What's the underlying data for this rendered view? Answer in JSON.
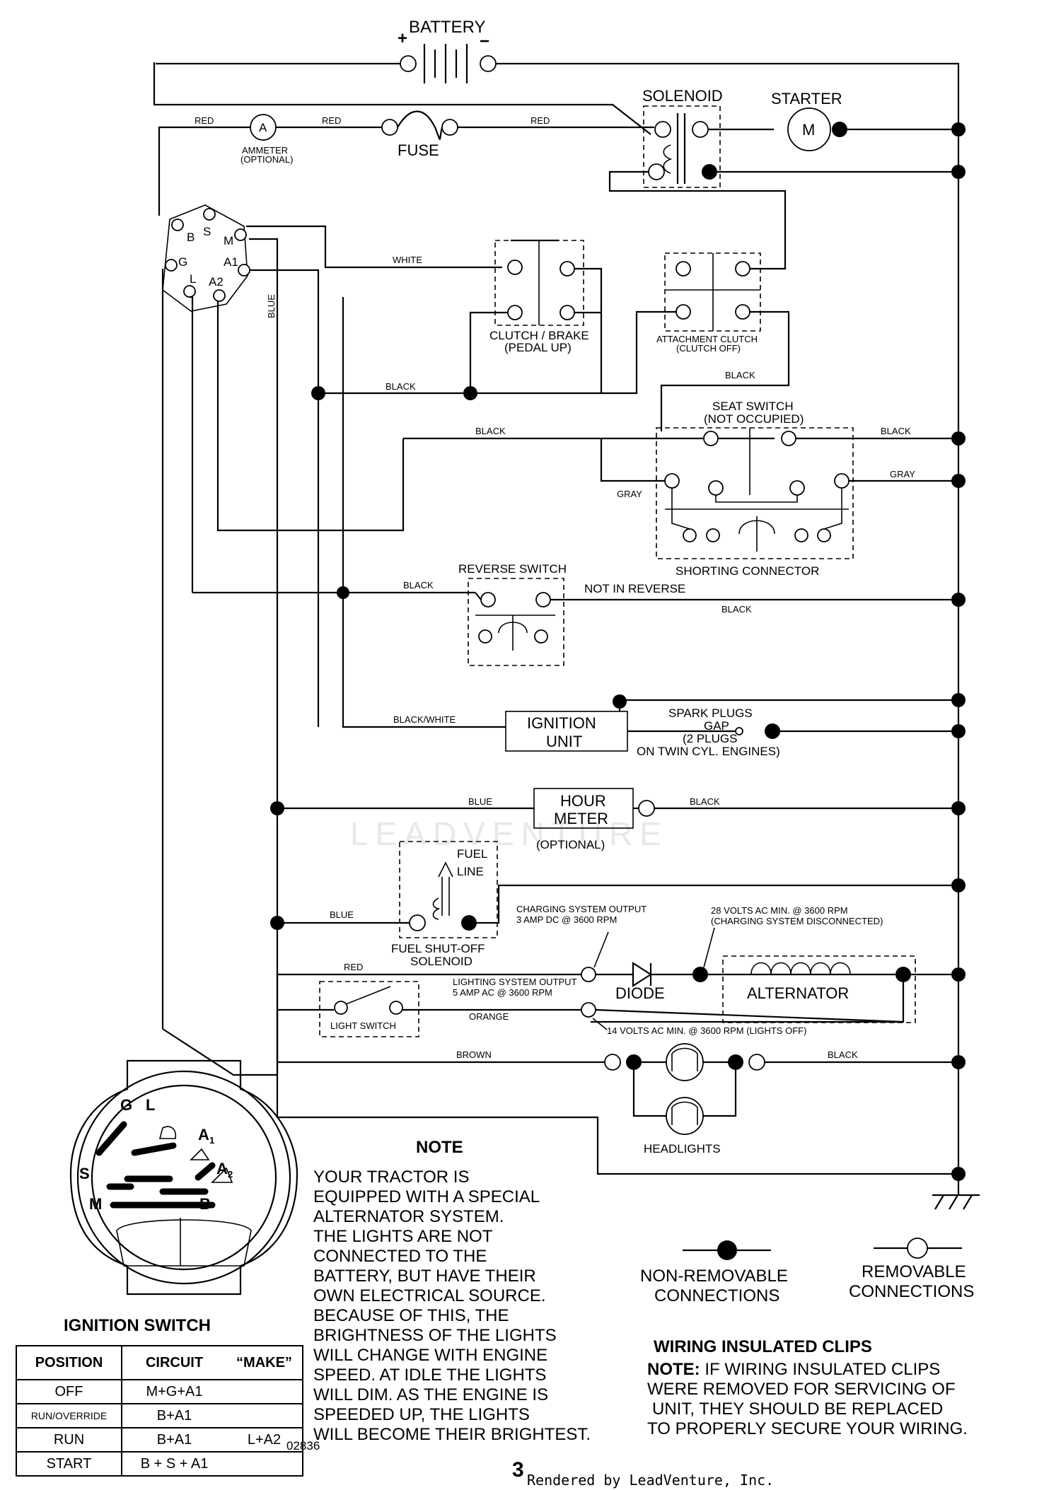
{
  "components": {
    "battery": "BATTERY",
    "battery_pos": "+",
    "battery_neg": "−",
    "solenoid": "SOLENOID",
    "starter": "STARTER",
    "starter_m": "M",
    "ammeter": "AMMETER",
    "ammeter_opt": "(OPTIONAL)",
    "ammeter_a": "A",
    "fuse": "FUSE",
    "clutch_brake_1": "CLUTCH / BRAKE",
    "clutch_brake_2": "(PEDAL UP)",
    "attach_clutch_1": "ATTACHMENT CLUTCH",
    "attach_clutch_2": "(CLUTCH OFF)",
    "seat_switch_1": "SEAT SWITCH",
    "seat_switch_2": "(NOT OCCUPIED)",
    "shorting_connector": "SHORTING CONNECTOR",
    "reverse_switch": "REVERSE SWITCH",
    "not_in_reverse": "NOT IN REVERSE",
    "ignition_unit_1": "IGNITION",
    "ignition_unit_2": "UNIT",
    "spark_1": "SPARK PLUGS",
    "spark_2": "GAP",
    "spark_3": "(2 PLUGS",
    "spark_4": "ON TWIN CYL. ENGINES)",
    "hour_meter_1": "HOUR",
    "hour_meter_2": "METER",
    "hour_meter_opt": "(OPTIONAL)",
    "fuel_line_1": "FUEL",
    "fuel_line_2": "LINE",
    "fuel_sol_1": "FUEL SHUT-OFF",
    "fuel_sol_2": "SOLENOID",
    "charging_1": "CHARGING SYSTEM OUTPUT",
    "charging_2": "3 AMP DC @ 3600 RPM",
    "volts28_1": "28 VOLTS AC MIN. @ 3600 RPM",
    "volts28_2": "(CHARGING SYSTEM DISCONNECTED)",
    "diode": "DIODE",
    "alternator": "ALTERNATOR",
    "lighting_1": "LIGHTING SYSTEM OUTPUT",
    "lighting_2": "5 AMP AC @ 3600 RPM",
    "volts14": "14 VOLTS AC MIN. @ 3600 RPM (LIGHTS OFF)",
    "light_switch": "LIGHT SWITCH",
    "headlights": "HEADLIGHTS"
  },
  "terminals": {
    "B": "B",
    "S": "S",
    "M": "M",
    "G": "G",
    "A1": "A1",
    "L": "L",
    "A2": "A2"
  },
  "switch_face": {
    "G": "G",
    "L": "L",
    "A1": "A",
    "A1_sub": "1",
    "S": "S",
    "A2": "A",
    "A2_sub": "2",
    "M": "M",
    "B": "B"
  },
  "wire_colors": {
    "red_1": "RED",
    "red_2": "RED",
    "red_3": "RED",
    "red_4": "RED",
    "white": "WHITE",
    "blue_v": "BLUE",
    "black_1": "BLACK",
    "black_2": "BLACK",
    "black_3": "BLACK",
    "black_4": "BLACK",
    "black_5": "BLACK",
    "black_6": "BLACK",
    "black_7": "BLACK",
    "black_8": "BLACK",
    "gray_1": "GRAY",
    "gray_2": "GRAY",
    "black_white": "BLACK/WHITE",
    "blue_1": "BLUE",
    "blue_2": "BLUE",
    "orange": "ORANGE",
    "brown": "BROWN"
  },
  "note": {
    "title": "NOTE",
    "lines": [
      "YOUR TRACTOR IS",
      "EQUIPPED WITH A SPECIAL",
      "ALTERNATOR SYSTEM.",
      "THE LIGHTS ARE NOT",
      "CONNECTED TO THE",
      "BATTERY, BUT HAVE THEIR",
      "OWN ELECTRICAL SOURCE.",
      "BECAUSE OF THIS, THE",
      "BRIGHTNESS OF THE LIGHTS",
      "WILL CHANGE WITH ENGINE",
      "SPEED.  AT IDLE THE LIGHTS",
      "WILL DIM.  AS THE ENGINE IS",
      "SPEEDED UP, THE LIGHTS",
      "WILL BECOME THEIR BRIGHTEST."
    ]
  },
  "legend": {
    "nonremovable_1": "NON-REMOVABLE",
    "nonremovable_2": "CONNECTIONS",
    "removable_1": "REMOVABLE",
    "removable_2": "CONNECTIONS"
  },
  "clips": {
    "title": "WIRING INSULATED CLIPS",
    "note_label": "NOTE:",
    "line1": " IF WIRING INSULATED CLIPS",
    "line2": "WERE REMOVED FOR SERVICING OF",
    "line3": "UNIT, THEY SHOULD BE REPLACED",
    "line4": "TO PROPERLY SECURE YOUR WIRING."
  },
  "ignition_switch": {
    "title": "IGNITION SWITCH",
    "headers": [
      "POSITION",
      "CIRCUIT",
      "“MAKE”"
    ],
    "rows": [
      [
        "OFF",
        "M+G+A1",
        ""
      ],
      [
        "RUN/OVERRIDE",
        "B+A1",
        ""
      ],
      [
        "RUN",
        "B+A1",
        "L+A2"
      ],
      [
        "START",
        "B + S + A1",
        ""
      ]
    ]
  },
  "part_number": "02836",
  "page_number": "3",
  "rendered_by": "Rendered by LeadVenture, Inc.",
  "watermark": "LEADVENTURE"
}
